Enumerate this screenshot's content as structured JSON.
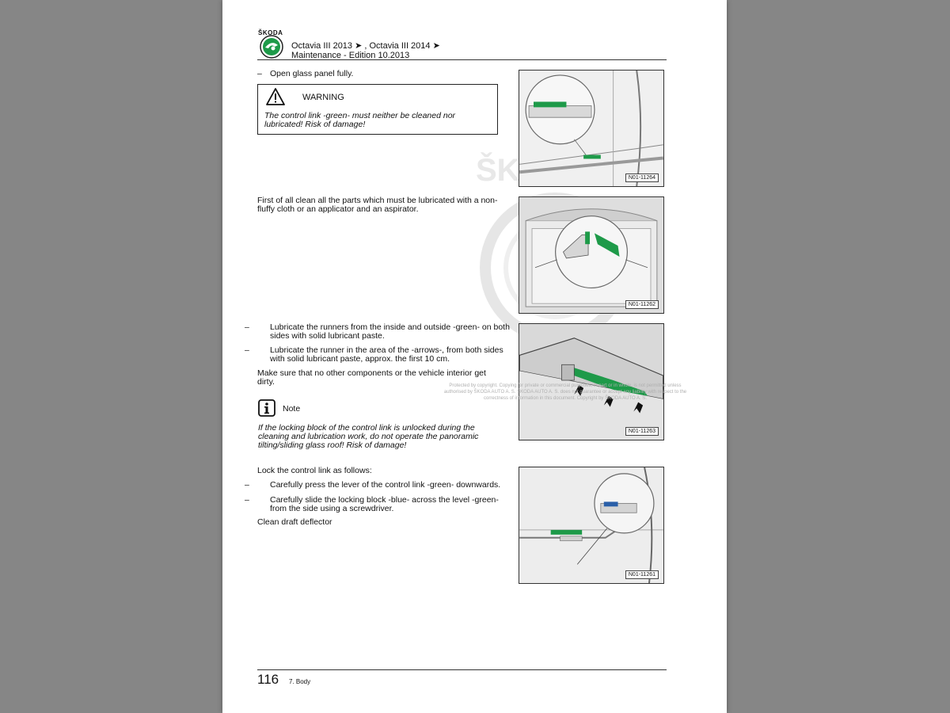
{
  "header": {
    "brand": "ŠKODA",
    "line1": "Octavia III 2013 ➤ , Octavia III 2014 ➤",
    "line2": "Maintenance - Edition 10.2013"
  },
  "steps": {
    "open_panel": "Open glass panel fully.",
    "clean_parts": "First of all clean all the parts which must be lubricated with a non-fluffy cloth or an applicator and an aspirator.",
    "lubricate_1": "Lubricate the runners from the inside and outside -green- on both sides with solid lubricant paste.",
    "lubricate_2": "Lubricate the runner in the area of the -arrows-, from both sides with solid lubricant paste, approx. the first 10 cm.",
    "no_dirt": "Make sure that no other components or the vehicle interior get dirty.",
    "lock_intro": "Lock the control link as follows:",
    "press_lever": "Carefully press the lever of the control link -green- downwards.",
    "slide_block": "Carefully slide the locking block -blue- across the level -green- from the side using a screwdriver.",
    "clean_deflector": "Clean draft deflector"
  },
  "dash": "–",
  "warning": {
    "title": "WARNING",
    "text": "The control link -green- must neither be cleaned nor lubricated! Risk of damage!"
  },
  "note": {
    "title": "Note",
    "text": "If the locking block of the control link is unlocked during the cleaning and lubrication work, do not operate the panoramic tilting/sliding glass roof! Risk of damage!"
  },
  "figures": [
    {
      "id": "N01-11264"
    },
    {
      "id": "N01-11262"
    },
    {
      "id": "N01-11263"
    },
    {
      "id": "N01-11261"
    }
  ],
  "footer": {
    "page_number": "116",
    "section": "7. Body"
  },
  "copyright": "Protected by copyright. Copying for private or commercial purposes, in part or in whole, is not permitted unless authorised by ŠKODA AUTO A. S. ŠKODA AUTO A. S. does not guarantee or accept any liability with respect to the correctness of information in this document. Copyright by ŠKODA AUTO A. S.",
  "colors": {
    "green": "#1e9a49",
    "blue": "#2a5fa8",
    "background": "#868686"
  }
}
